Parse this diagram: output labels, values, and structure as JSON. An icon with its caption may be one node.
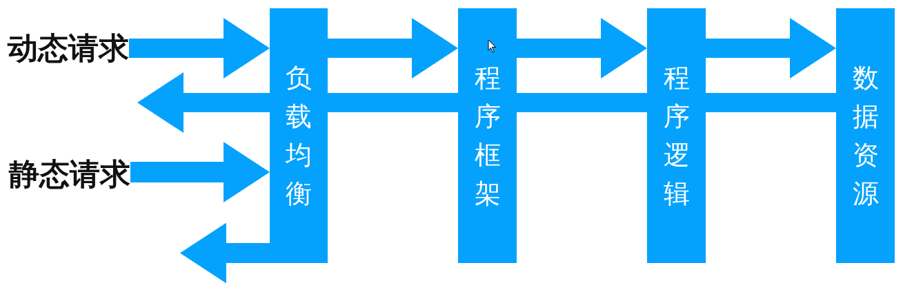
{
  "diagram": {
    "nodes": [
      {
        "text": [
          "动态请求"
        ]
      },
      {
        "text": [
          "静态请求"
        ]
      },
      {
        "text": [
          "负载均衡"
        ]
      },
      {
        "text": [
          "程序框架"
        ]
      },
      {
        "text": [
          "程序逻辑"
        ]
      },
      {
        "text": [
          "数据资源"
        ]
      }
    ],
    "edges": [
      {
        "from": 0,
        "to": 2,
        "arrow": "to"
      },
      {
        "from": 2,
        "to": 3,
        "arrow": "to"
      },
      {
        "from": 3,
        "to": 4,
        "arrow": "to"
      },
      {
        "from": 4,
        "to": 5,
        "arrow": "to"
      },
      {
        "from": 5,
        "to": 4,
        "arrow": "none"
      },
      {
        "from": 4,
        "to": 3,
        "arrow": "none"
      },
      {
        "from": 3,
        "to": 2,
        "arrow": "none"
      },
      {
        "from": 2,
        "to": 0,
        "arrow": "to"
      },
      {
        "from": 1,
        "to": 2,
        "arrow": "to"
      },
      {
        "from": 2,
        "to": 1,
        "arrow": "to"
      }
    ]
  }
}
